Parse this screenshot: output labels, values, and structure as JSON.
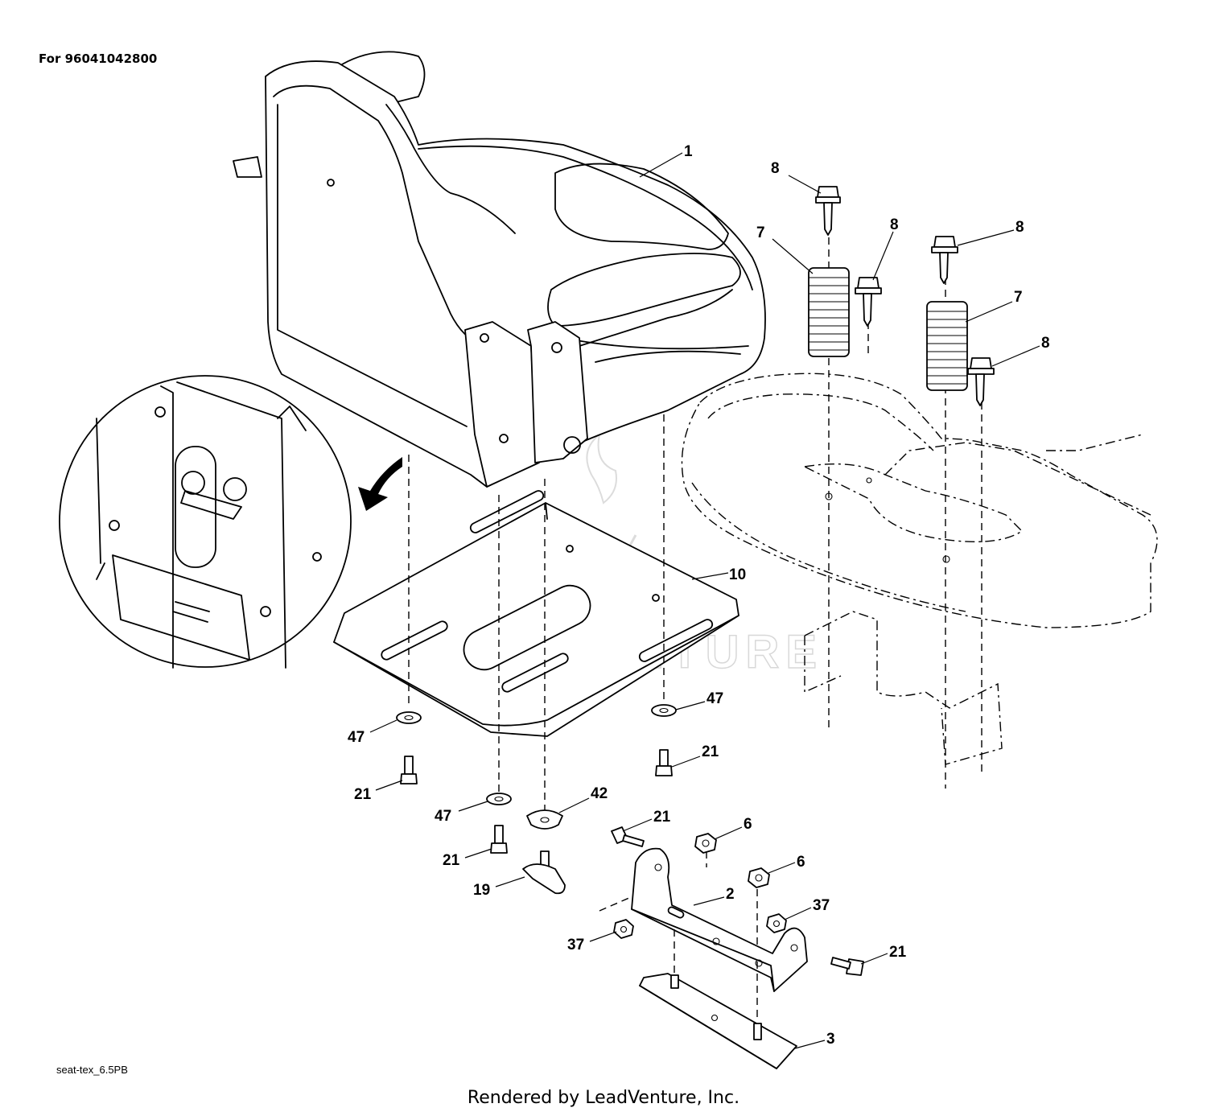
{
  "header": {
    "model_text": "For 96041042800"
  },
  "footer": {
    "diagram_code": "seat-tex_6.5PB",
    "credit": "Rendered by LeadVenture, Inc."
  },
  "watermark": {
    "text": "LEADVENTURE"
  },
  "callouts": {
    "c1": "1",
    "c2": "2",
    "c3": "3",
    "c6a": "6",
    "c6b": "6",
    "c7a": "7",
    "c7b": "7",
    "c8a": "8",
    "c8b": "8",
    "c8c": "8",
    "c8d": "8",
    "c10": "10",
    "c19": "19",
    "c21a": "21",
    "c21b": "21",
    "c21c": "21",
    "c21d": "21",
    "c21e": "21",
    "c37a": "37",
    "c37b": "37",
    "c42": "42",
    "c47a": "47",
    "c47b": "47",
    "c47c": "47"
  }
}
